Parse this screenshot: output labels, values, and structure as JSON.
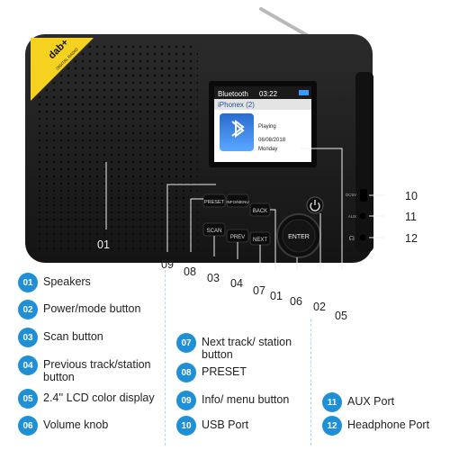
{
  "brand": {
    "badge_text": "dab+",
    "badge_sub": "DIGITAL RADIO"
  },
  "screen": {
    "source": "Bluetooth",
    "time": "03:22",
    "device": "iPhonex (2)",
    "status": "Playing",
    "date": "06/08/2018",
    "day": "Monday"
  },
  "buttons": {
    "preset": "PRESET",
    "info": "INFO/MENU",
    "back": "BACK",
    "scan": "SCAN",
    "prev": "PREV",
    "next": "NEXT",
    "enter": "ENTER"
  },
  "side_labels": {
    "usb": "DC5V",
    "aux": "AUX"
  },
  "callouts": {
    "n01_left": "01",
    "n09": "09",
    "n08": "08",
    "n03": "03",
    "n04": "04",
    "n07": "07",
    "n01_right": "01",
    "n06": "06",
    "n02": "02",
    "n05": "05",
    "n10": "10",
    "n11": "11",
    "n12": "12"
  },
  "legend": [
    {
      "num": "01",
      "text": "Speakers"
    },
    {
      "num": "02",
      "text": "Power/mode button"
    },
    {
      "num": "03",
      "text": "Scan button"
    },
    {
      "num": "04",
      "text": "Previous track/station button"
    },
    {
      "num": "05",
      "text": "2.4'' LCD color display"
    },
    {
      "num": "06",
      "text": "Volume knob"
    },
    {
      "num": "07",
      "text": "Next track/ station button"
    },
    {
      "num": "08",
      "text": "PRESET"
    },
    {
      "num": "09",
      "text": "Info/ menu button"
    },
    {
      "num": "10",
      "text": "USB Port"
    },
    {
      "num": "11",
      "text": "AUX Port"
    },
    {
      "num": "12",
      "text": "Headphone Port"
    }
  ],
  "colors": {
    "badge_blue": "#1f8fd6",
    "body": "#1c1c1c",
    "accent_yellow": "#f4d21f"
  }
}
